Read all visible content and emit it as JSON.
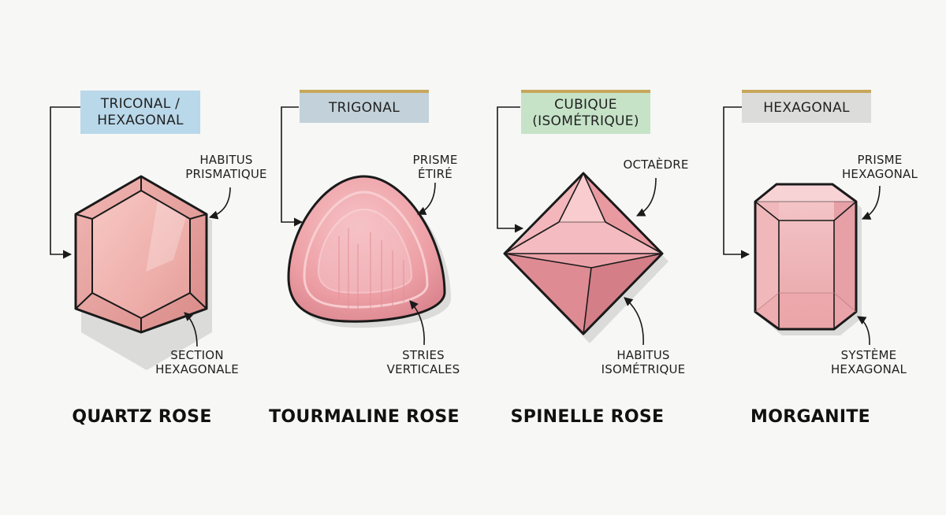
{
  "gems": [
    {
      "name": "QUARTZ ROSE",
      "system": [
        "TRICONAL /",
        "HEXAGONAL"
      ],
      "system_color": "#b9d8ea",
      "top_label": [
        "HABITUS",
        "PRISMATIQUE"
      ],
      "bottom_label": [
        "SECTION",
        "HEXAGONALE"
      ]
    },
    {
      "name": "TOURMALINE ROSE",
      "system": [
        "TRIGONAL"
      ],
      "system_color": "#c3d2da",
      "top_label": [
        "PRISME",
        "ÉTIRÉ"
      ],
      "bottom_label": [
        "STRIES",
        "VERTICALES"
      ]
    },
    {
      "name": "SPINELLE ROSE",
      "system": [
        "CUBIQUE",
        "(ISOMÉTRIQUE)"
      ],
      "system_color": "#c6e3c8",
      "top_label": [
        "OCTAÈDRE"
      ],
      "bottom_label": [
        "HABITUS",
        "ISOMÉTRIQUE"
      ]
    },
    {
      "name": "MORGANITE",
      "system": [
        "HEXAGONAL"
      ],
      "system_color": "#dcdcda",
      "top_label": [
        "PRISME",
        "HEXAGONAL"
      ],
      "bottom_label": [
        "SYSTÈME",
        "HEXAGONAL"
      ]
    }
  ]
}
